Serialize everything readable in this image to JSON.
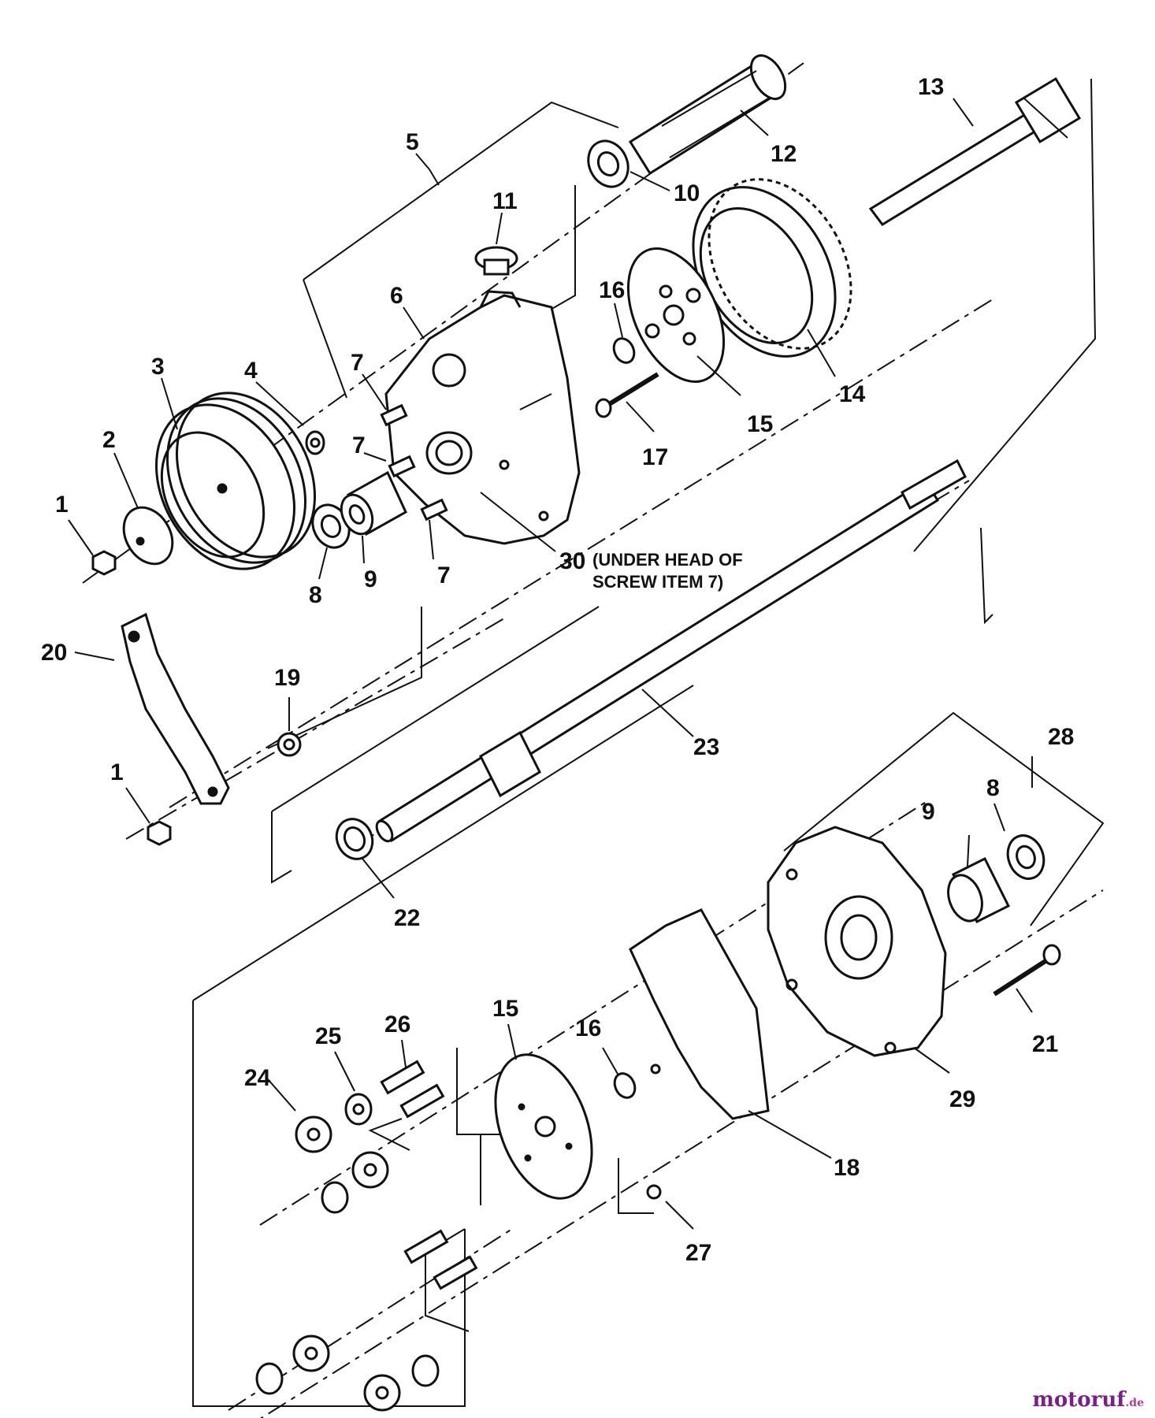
{
  "callouts": [
    {
      "id": "c1a",
      "text": "1"
    },
    {
      "id": "c2",
      "text": "2"
    },
    {
      "id": "c3",
      "text": "3"
    },
    {
      "id": "c4",
      "text": "4"
    },
    {
      "id": "c5",
      "text": "5"
    },
    {
      "id": "c6",
      "text": "6"
    },
    {
      "id": "c7a",
      "text": "7"
    },
    {
      "id": "c7b",
      "text": "7"
    },
    {
      "id": "c7c",
      "text": "7"
    },
    {
      "id": "c8a",
      "text": "8"
    },
    {
      "id": "c9a",
      "text": "9"
    },
    {
      "id": "c10",
      "text": "10"
    },
    {
      "id": "c11",
      "text": "11"
    },
    {
      "id": "c12",
      "text": "12"
    },
    {
      "id": "c13",
      "text": "13"
    },
    {
      "id": "c14",
      "text": "14"
    },
    {
      "id": "c15a",
      "text": "15"
    },
    {
      "id": "c16a",
      "text": "16"
    },
    {
      "id": "c17",
      "text": "17"
    },
    {
      "id": "c30",
      "text": "30"
    },
    {
      "id": "c20",
      "text": "20"
    },
    {
      "id": "c19",
      "text": "19"
    },
    {
      "id": "c1b",
      "text": "1"
    },
    {
      "id": "c23",
      "text": "23"
    },
    {
      "id": "c28",
      "text": "28"
    },
    {
      "id": "c9b",
      "text": "9"
    },
    {
      "id": "c8b",
      "text": "8"
    },
    {
      "id": "c22",
      "text": "22"
    },
    {
      "id": "c21",
      "text": "21"
    },
    {
      "id": "c29",
      "text": "29"
    },
    {
      "id": "c15b",
      "text": "15"
    },
    {
      "id": "c16b",
      "text": "16"
    },
    {
      "id": "c26",
      "text": "26"
    },
    {
      "id": "c25",
      "text": "25"
    },
    {
      "id": "c24",
      "text": "24"
    },
    {
      "id": "c18",
      "text": "18"
    },
    {
      "id": "c27",
      "text": "27"
    }
  ],
  "note": {
    "line1": "(UNDER HEAD OF",
    "line2": "SCREW ITEM 7)"
  },
  "watermark": {
    "brand": "motoruf",
    "suffix": ".de"
  }
}
